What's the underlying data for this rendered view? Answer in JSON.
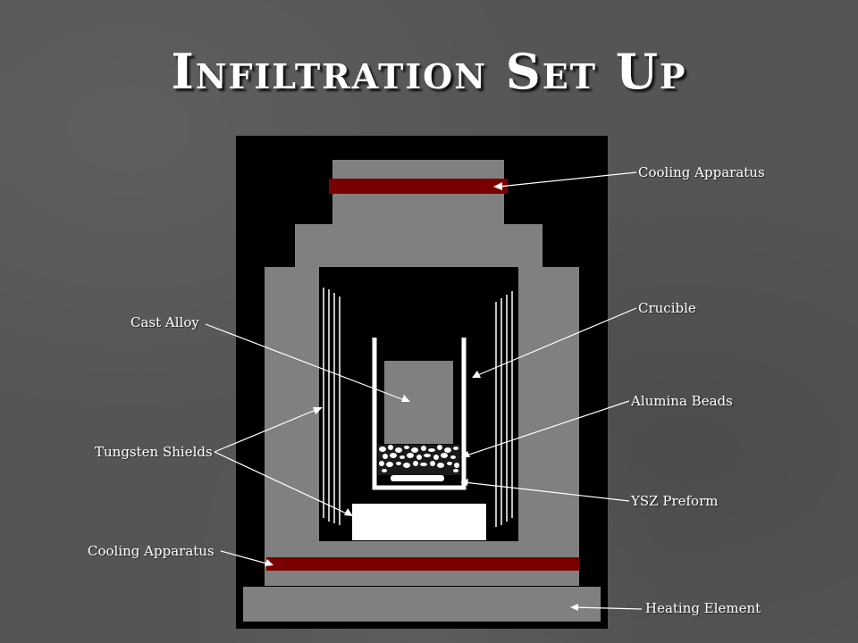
{
  "slide": {
    "title": "Infiltration Set Up"
  },
  "labels": {
    "cooling_apparatus_top": "Cooling Apparatus",
    "crucible": "Crucible",
    "cast_alloy": "Cast Alloy",
    "alumina_beads": "Alumina Beads",
    "tungsten_shields": "Tungsten Shields",
    "ysz_preform": "YSZ Preform",
    "cooling_apparatus_bottom": "Cooling Apparatus",
    "heating_element": "Heating Element"
  },
  "colors": {
    "background": "#555555",
    "housing": "#000000",
    "component": "#808080",
    "cooling": "#7a0000",
    "shield_line": "#ffffff"
  }
}
